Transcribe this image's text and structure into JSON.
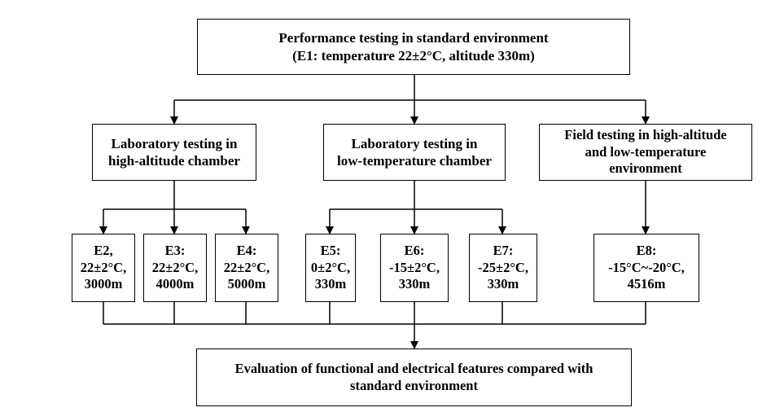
{
  "top": {
    "line1": "Performance testing in standard environment",
    "line2": "(E1: temperature 22±2°C, altitude 330m)"
  },
  "groups": [
    {
      "line1": "Laboratory testing in",
      "line2": "high-altitude chamber"
    },
    {
      "line1": "Laboratory testing in",
      "line2": "low-temperature chamber"
    },
    {
      "line1": "Field testing in high-altitude",
      "line2": "and low-temperature",
      "line3": "environment"
    }
  ],
  "envs": [
    {
      "id": "E2,",
      "temp": "22±2°C,",
      "alt": "3000m"
    },
    {
      "id": "E3:",
      "temp": "22±2°C,",
      "alt": "4000m"
    },
    {
      "id": "E4:",
      "temp": "22±2°C,",
      "alt": "5000m"
    },
    {
      "id": "E5:",
      "temp": "0±2°C,",
      "alt": "330m"
    },
    {
      "id": "E6:",
      "temp": "-15±2°C,",
      "alt": "330m"
    },
    {
      "id": "E7:",
      "temp": "-25±2°C,",
      "alt": "330m"
    },
    {
      "id": "E8:",
      "temp": "-15°C~-20°C,",
      "alt": "4516m"
    }
  ],
  "bottom": {
    "line1": "Evaluation of functional and electrical features compared with",
    "line2": "standard environment"
  }
}
